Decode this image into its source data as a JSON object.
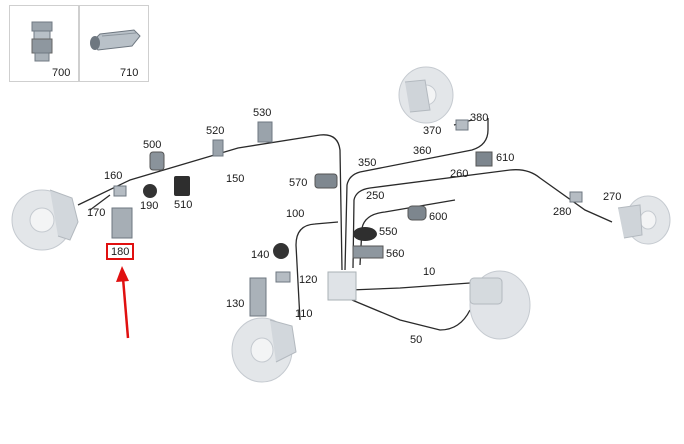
{
  "legend": [
    {
      "id": "700",
      "icon": "sensor-nut-icon"
    },
    {
      "id": "710",
      "icon": "hex-fitting-icon"
    }
  ],
  "labels": {
    "l10": "10",
    "l50": "50",
    "l100": "100",
    "l110": "110",
    "l120": "120",
    "l130": "130",
    "l140": "140",
    "l150": "150",
    "l160": "160",
    "l170": "170",
    "l180": "180",
    "l190": "190",
    "l250": "250",
    "l260": "260",
    "l270": "270",
    "l280": "280",
    "l350": "350",
    "l360": "360",
    "l370": "370",
    "l380": "380",
    "l500": "500",
    "l510": "510",
    "l520": "520",
    "l530": "530",
    "l550": "550",
    "l560": "560",
    "l570": "570",
    "l600": "600",
    "l610": "610"
  },
  "highlight": {
    "target": "180",
    "color": "#e01010"
  }
}
